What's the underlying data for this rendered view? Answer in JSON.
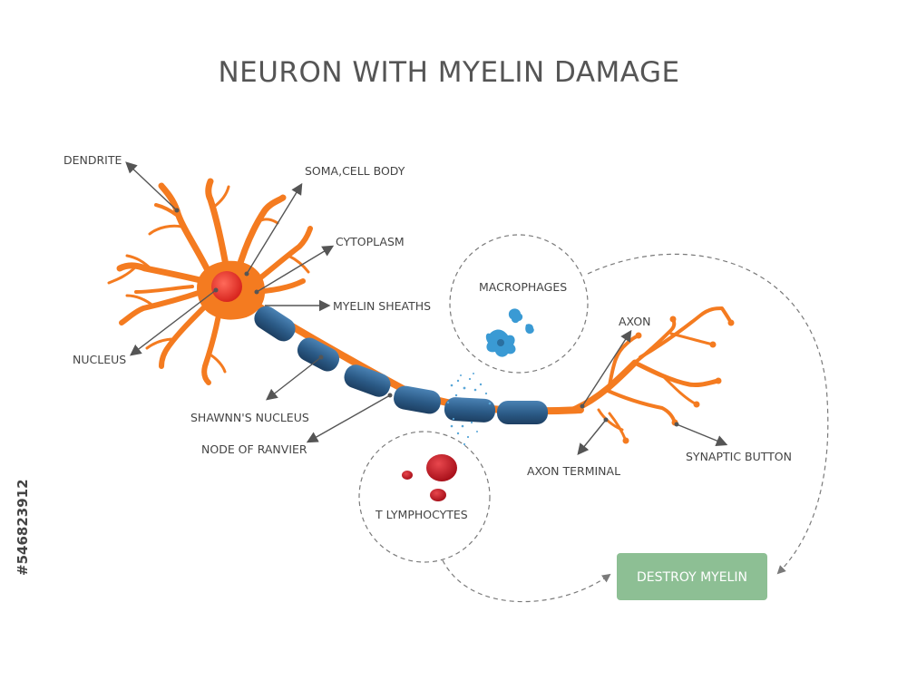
{
  "title": "NEURON WITH MYELIN DAMAGE",
  "labels": {
    "dendrite": "DENDRITE",
    "soma": "SOMA,CELL BODY",
    "cytoplasm": "CYTOPLASM",
    "myelin_sheaths": "MYELIN SHEATHS",
    "nucleus": "NUCLEUS",
    "schwann_nucleus": "SHAWNN'S NUCLEUS",
    "node_of_ranvier": "NODE OF RANVIER",
    "macrophages": "MACROPHAGES",
    "axon": "AXON",
    "axon_terminal": "AXON TERMINAL",
    "synaptic_button": "SYNAPTIC BUTTON",
    "t_lymphocytes": "T LYMPHOCYTES",
    "destroy_myelin": "DESTROY MYELIN"
  },
  "stock_id": "#546823912",
  "colors": {
    "neuron_orange": "#f47b20",
    "nucleus_red": "#e8302a",
    "myelin_blue": "#2f5f8a",
    "macrophage_blue": "#3a9ad4",
    "lymphocyte_red": "#c8202a",
    "destroy_box": "#8dbf94"
  }
}
